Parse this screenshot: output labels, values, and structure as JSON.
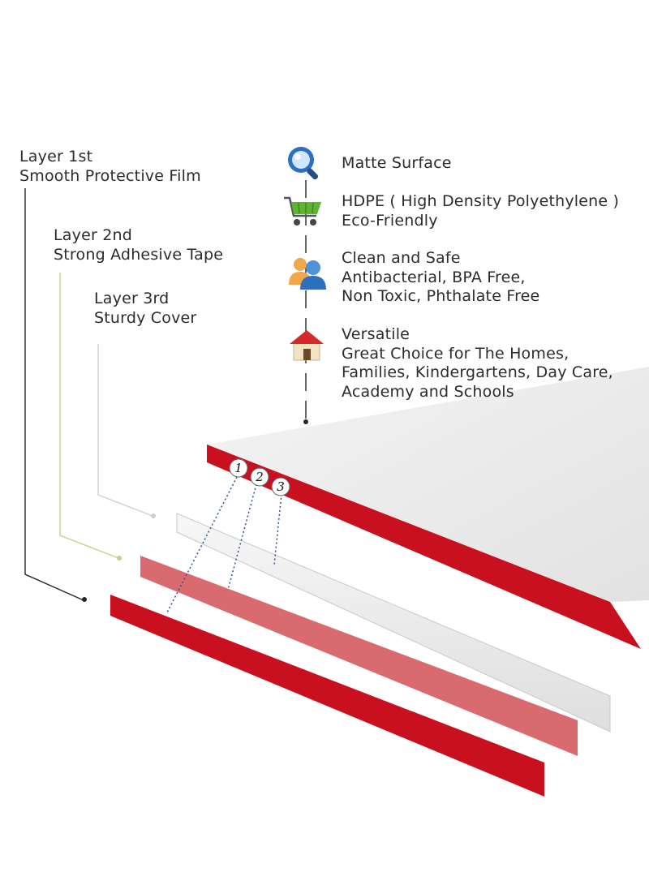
{
  "layers": [
    {
      "number": "1",
      "title": "Layer 1st",
      "name": "Smooth Protective Film"
    },
    {
      "number": "2",
      "title": "Layer 2nd",
      "name": "Strong Adhesive Tape"
    },
    {
      "number": "3",
      "title": "Layer 3rd",
      "name": "Sturdy Cover"
    }
  ],
  "features": [
    {
      "icon": "magnifier-icon",
      "lines": [
        "Matte Surface"
      ]
    },
    {
      "icon": "shopping-cart-icon",
      "lines": [
        "HDPE ( High Density Polyethylene )",
        "Eco-Friendly"
      ]
    },
    {
      "icon": "people-icon",
      "lines": [
        "Clean and Safe",
        "Antibacterial, BPA Free,",
        "Non Toxic, Phthalate Free"
      ]
    },
    {
      "icon": "house-icon",
      "lines": [
        "Versatile",
        "Great Choice for The Homes,",
        "Families, Kindergartens, Day Care,",
        "Academy and Schools"
      ]
    }
  ],
  "colors": {
    "red": "#c8101e",
    "pink": "#d96a6f",
    "board_top": "#ebebeb",
    "leader_dark": "#1e2a22",
    "leader_olive": "#c9cf8a",
    "leader_light": "#cfcfcf",
    "dotted_blue": "#2f4f8f"
  }
}
